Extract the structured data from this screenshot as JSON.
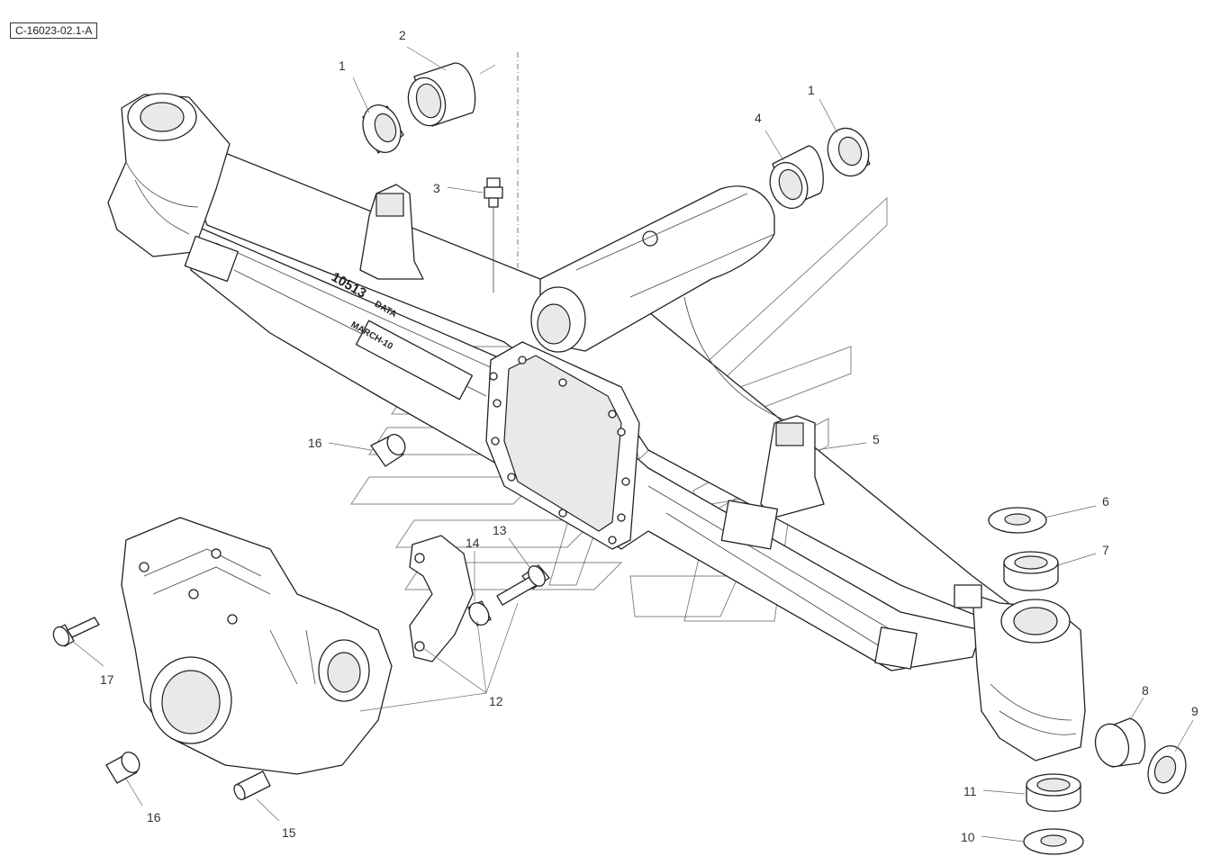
{
  "figure_id": "C-16023-02.1-A",
  "callouts": [
    {
      "id": "c1a",
      "text": "1"
    },
    {
      "id": "c2",
      "text": "2"
    },
    {
      "id": "c1b",
      "text": "1"
    },
    {
      "id": "c4",
      "text": "4"
    },
    {
      "id": "c3",
      "text": "3"
    },
    {
      "id": "c5",
      "text": "5"
    },
    {
      "id": "c6",
      "text": "6"
    },
    {
      "id": "c7",
      "text": "7"
    },
    {
      "id": "c8",
      "text": "8"
    },
    {
      "id": "c9",
      "text": "9"
    },
    {
      "id": "c10",
      "text": "10"
    },
    {
      "id": "c11",
      "text": "11"
    },
    {
      "id": "c12",
      "text": "12"
    },
    {
      "id": "c13",
      "text": "13"
    },
    {
      "id": "c14",
      "text": "14"
    },
    {
      "id": "c15",
      "text": "15"
    },
    {
      "id": "c16a",
      "text": "16"
    },
    {
      "id": "c16b",
      "text": "16"
    },
    {
      "id": "c17",
      "text": "17"
    }
  ],
  "casting_marks": [
    "10513",
    "DATA",
    "MARCH-10"
  ]
}
